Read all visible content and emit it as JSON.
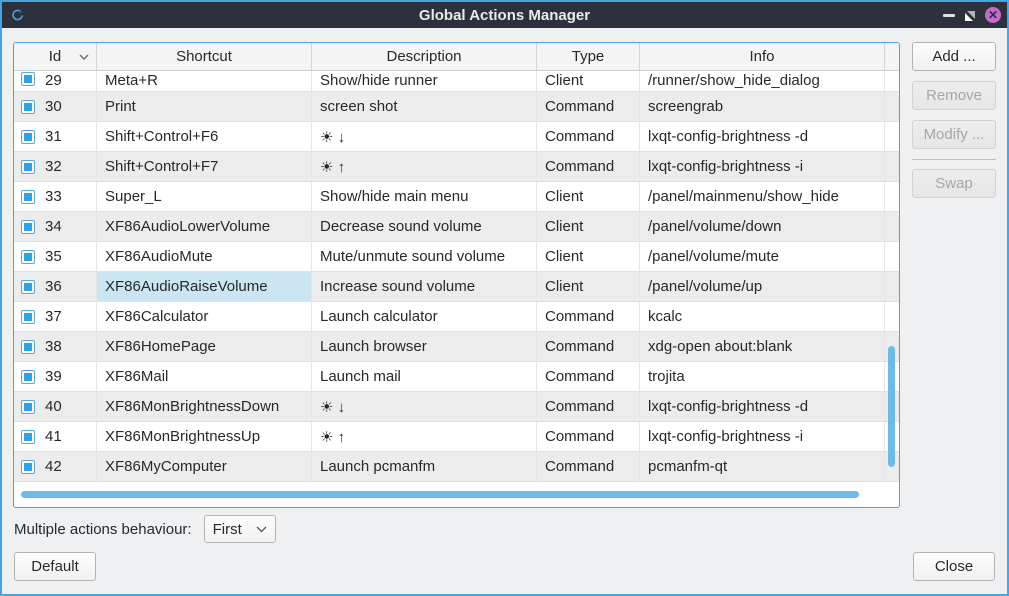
{
  "window": {
    "title": "Global Actions Manager",
    "accent_color": "#47a4e1",
    "titlebar_color": "#2c313c",
    "close_button_color": "#c76ace",
    "scrollbar_color": "#6fbbe8",
    "selected_cell_color": "#cbe5f3"
  },
  "table": {
    "columns": [
      "Id",
      "Shortcut",
      "Description",
      "Type",
      "Info"
    ],
    "sorted_column": "Id",
    "selected_cell": {
      "row_id": "36",
      "field": "shortcut"
    },
    "rows": [
      {
        "id": "29",
        "checked": true,
        "clipped": true,
        "shortcut": "Meta+R",
        "description": "Show/hide runner",
        "type": "Client",
        "info": "/runner/show_hide_dialog"
      },
      {
        "id": "30",
        "checked": true,
        "clipped": false,
        "shortcut": "Print",
        "description": "screen shot",
        "type": "Command",
        "info": "screengrab"
      },
      {
        "id": "31",
        "checked": true,
        "clipped": false,
        "shortcut": "Shift+Control+F6",
        "description": "☀ ↓",
        "type": "Command",
        "info": "lxqt-config-brightness -d"
      },
      {
        "id": "32",
        "checked": true,
        "clipped": false,
        "shortcut": "Shift+Control+F7",
        "description": "☀ ↑",
        "type": "Command",
        "info": "lxqt-config-brightness -i"
      },
      {
        "id": "33",
        "checked": true,
        "clipped": false,
        "shortcut": "Super_L",
        "description": "Show/hide main menu",
        "type": "Client",
        "info": "/panel/mainmenu/show_hide"
      },
      {
        "id": "34",
        "checked": true,
        "clipped": false,
        "shortcut": "XF86AudioLowerVolume",
        "description": "Decrease sound volume",
        "type": "Client",
        "info": "/panel/volume/down"
      },
      {
        "id": "35",
        "checked": true,
        "clipped": false,
        "shortcut": "XF86AudioMute",
        "description": "Mute/unmute sound volume",
        "type": "Client",
        "info": "/panel/volume/mute"
      },
      {
        "id": "36",
        "checked": true,
        "clipped": false,
        "shortcut": "XF86AudioRaiseVolume",
        "description": "Increase sound volume",
        "type": "Client",
        "info": "/panel/volume/up"
      },
      {
        "id": "37",
        "checked": true,
        "clipped": false,
        "shortcut": "XF86Calculator",
        "description": "Launch calculator",
        "type": "Command",
        "info": "kcalc"
      },
      {
        "id": "38",
        "checked": true,
        "clipped": false,
        "shortcut": "XF86HomePage",
        "description": "Launch browser",
        "type": "Command",
        "info": "xdg-open about:blank"
      },
      {
        "id": "39",
        "checked": true,
        "clipped": false,
        "shortcut": "XF86Mail",
        "description": "Launch mail",
        "type": "Command",
        "info": "trojita"
      },
      {
        "id": "40",
        "checked": true,
        "clipped": false,
        "shortcut": "XF86MonBrightnessDown",
        "description": "☀ ↓",
        "type": "Command",
        "info": "lxqt-config-brightness -d"
      },
      {
        "id": "41",
        "checked": true,
        "clipped": false,
        "shortcut": "XF86MonBrightnessUp",
        "description": "☀ ↑",
        "type": "Command",
        "info": "lxqt-config-brightness -i"
      },
      {
        "id": "42",
        "checked": true,
        "clipped": false,
        "shortcut": "XF86MyComputer",
        "description": "Launch pcmanfm",
        "type": "Command",
        "info": "pcmanfm-qt"
      }
    ]
  },
  "side_panel": {
    "buttons": [
      {
        "label": "Add ...",
        "enabled": true,
        "separator_before": false
      },
      {
        "label": "Remove",
        "enabled": false,
        "separator_before": false
      },
      {
        "label": "Modify ...",
        "enabled": false,
        "separator_before": false
      },
      {
        "label": "Swap",
        "enabled": false,
        "separator_before": true
      }
    ]
  },
  "behaviour": {
    "label": "Multiple actions behaviour:",
    "value": "First"
  },
  "footer": {
    "default_label": "Default",
    "close_label": "Close"
  }
}
